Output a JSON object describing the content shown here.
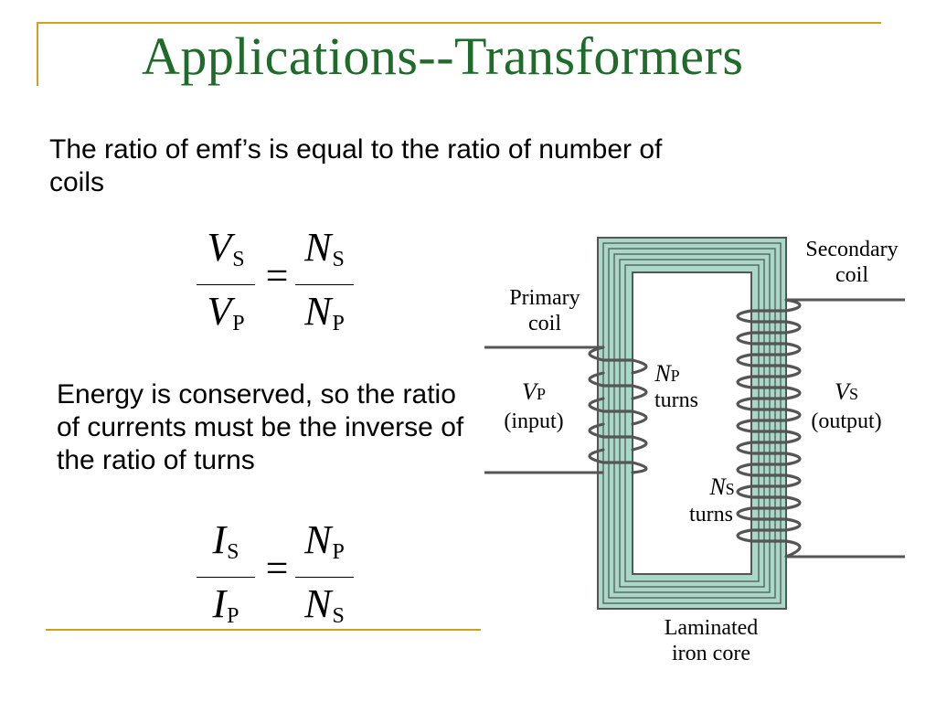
{
  "slide": {
    "title": "Applications--Transformers",
    "paragraph_1": "The ratio of emf’s is equal to the ratio of number of coils",
    "paragraph_2": "Energy is conserved, so the ratio of currents must be the inverse of the ratio of turns"
  },
  "equation_1": {
    "left_num": "V",
    "left_num_sub": "S",
    "left_den": "V",
    "left_den_sub": "P",
    "operator": "=",
    "right_num": "N",
    "right_num_sub": "S",
    "right_den": "N",
    "right_den_sub": "P"
  },
  "equation_2": {
    "left_num": "I",
    "left_num_sub": "S",
    "left_den": "I",
    "left_den_sub": "P",
    "operator": "=",
    "right_num": "N",
    "right_num_sub": "P",
    "right_den": "N",
    "right_den_sub": "S"
  },
  "diagram": {
    "secondary_coil_line1": "Secondary",
    "secondary_coil_line2": "coil",
    "primary_coil_line1": "Primary",
    "primary_coil_line2": "coil",
    "vp_symbol": "V",
    "vp_sub": "P",
    "vp_caption": "(input)",
    "np_symbol": "N",
    "np_sub": "P",
    "np_caption": "turns",
    "vs_symbol": "V",
    "vs_sub": "S",
    "vs_caption": "(output)",
    "ns_symbol": "N",
    "ns_sub": "S",
    "ns_caption": "turns",
    "core_line1": "Laminated",
    "core_line2": "iron core"
  },
  "colors": {
    "title_green": "#1f6b2a",
    "rule_gold": "#d4a017",
    "core_fill": "#a8d8c8",
    "core_edge": "#555555",
    "wire": "#555555"
  }
}
